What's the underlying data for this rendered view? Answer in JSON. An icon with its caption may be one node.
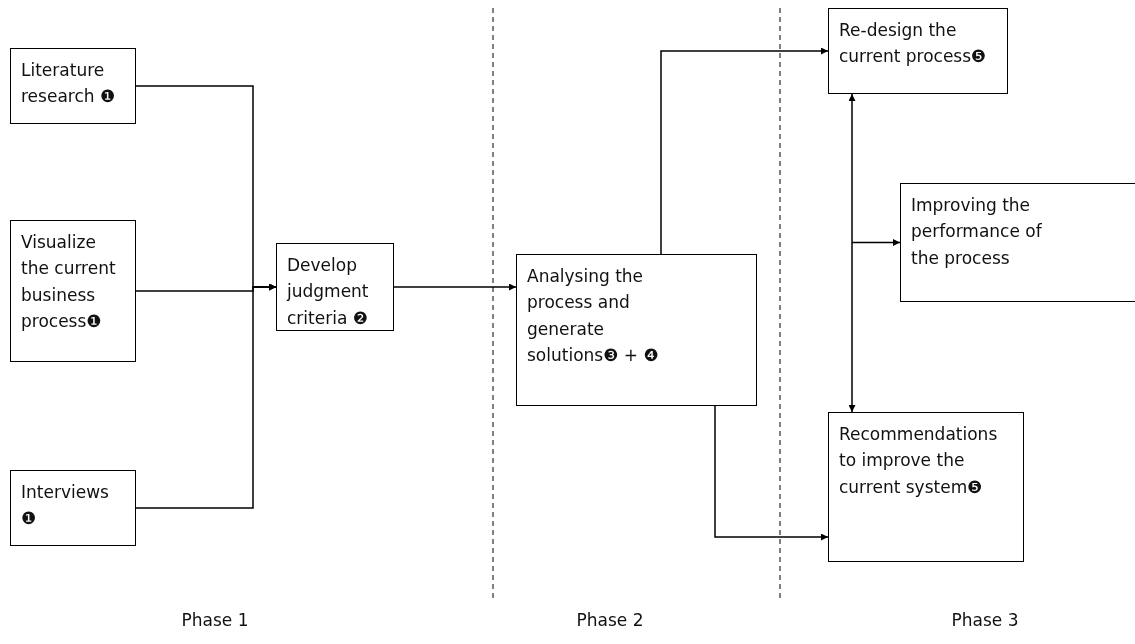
{
  "diagram": {
    "nodes": [
      {
        "text": [
          "Literature research ❶"
        ]
      },
      {
        "text": [
          "Visualize the current business process❶"
        ]
      },
      {
        "text": [
          "Interviews ❶"
        ]
      },
      {
        "text": [
          "Develop judgment criteria ❷"
        ]
      },
      {
        "text": [
          "Analysing the process and generate solutions❸ + ❹"
        ]
      },
      {
        "text": [
          "Re-design the current process❺"
        ]
      },
      {
        "text": [
          "Improving the performance of the process"
        ]
      },
      {
        "text": [
          "Recommendations to improve the current system❺"
        ]
      }
    ],
    "edges": [
      {
        "from": 0,
        "to": 3,
        "arrow": "to"
      },
      {
        "from": 1,
        "to": 3,
        "arrow": "to"
      },
      {
        "from": 2,
        "to": 3,
        "arrow": "to"
      },
      {
        "from": 3,
        "to": 4,
        "arrow": "to"
      },
      {
        "from": 4,
        "to": 5,
        "arrow": "to"
      },
      {
        "from": 4,
        "to": 7,
        "arrow": "to"
      },
      {
        "from": 5,
        "to": 7,
        "arrow": "both"
      },
      {
        "from": null,
        "to": 6,
        "arrow": "to"
      }
    ],
    "labels": [
      "Phase 1",
      "Phase 2",
      "Phase 3"
    ]
  }
}
